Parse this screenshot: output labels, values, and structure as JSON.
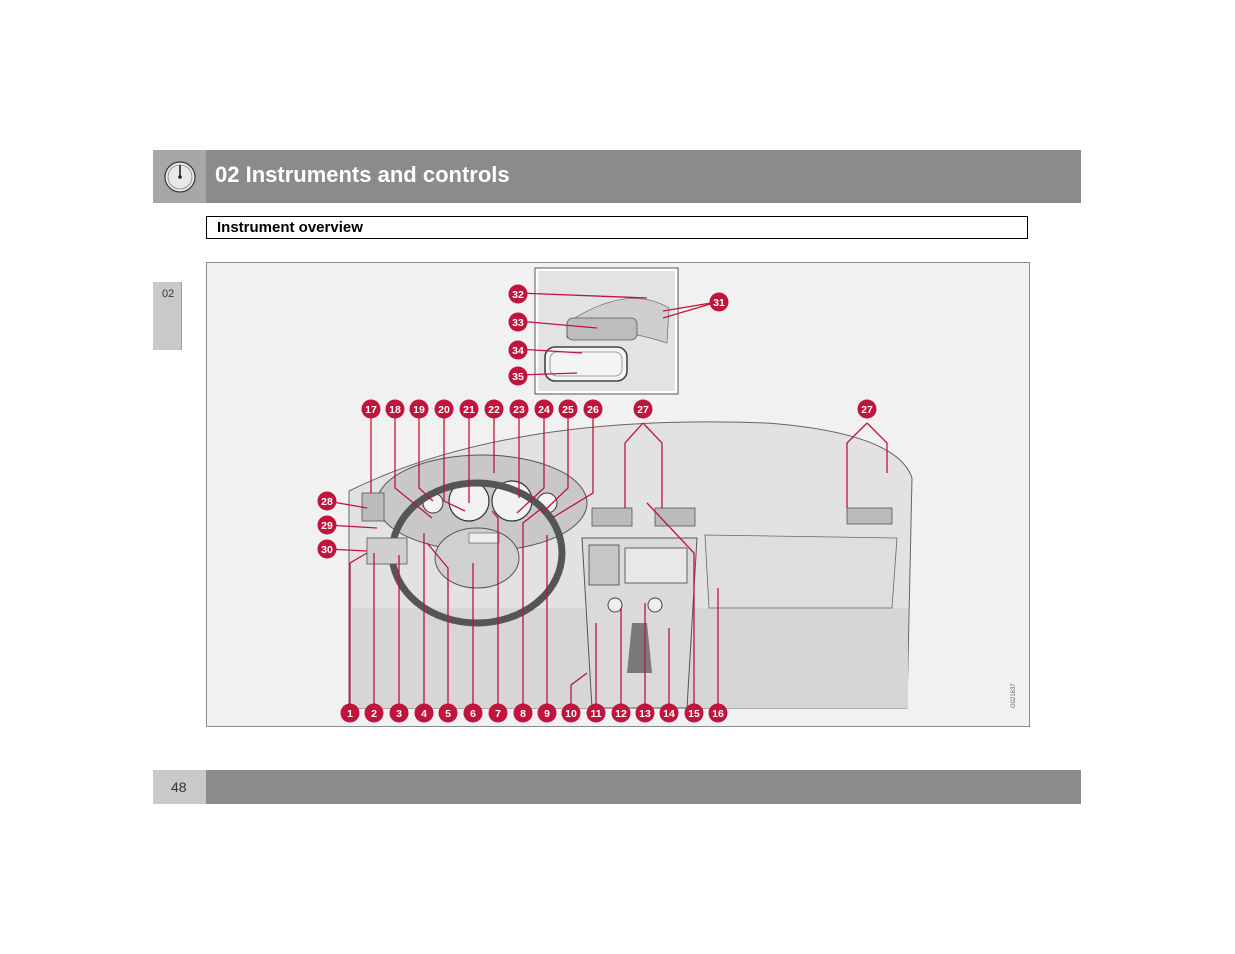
{
  "header": {
    "title": "02 Instruments and controls",
    "icon": "gauge-icon"
  },
  "section": {
    "title": "Instrument overview"
  },
  "side_tab": {
    "label": "02"
  },
  "footer": {
    "page_number": "48"
  },
  "figure": {
    "image_code": "G021637",
    "callout_color": "#c0143c",
    "callouts_bottom": [
      "1",
      "2",
      "3",
      "4",
      "5",
      "6",
      "7",
      "8",
      "9",
      "10",
      "11",
      "12",
      "13",
      "14",
      "15",
      "16"
    ],
    "callouts_top": [
      "17",
      "18",
      "19",
      "20",
      "21",
      "22",
      "23",
      "24",
      "25",
      "26",
      "27",
      "27"
    ],
    "callouts_left": [
      "28",
      "29",
      "30"
    ],
    "callouts_inset": [
      "31",
      "32",
      "33",
      "34",
      "35"
    ]
  }
}
